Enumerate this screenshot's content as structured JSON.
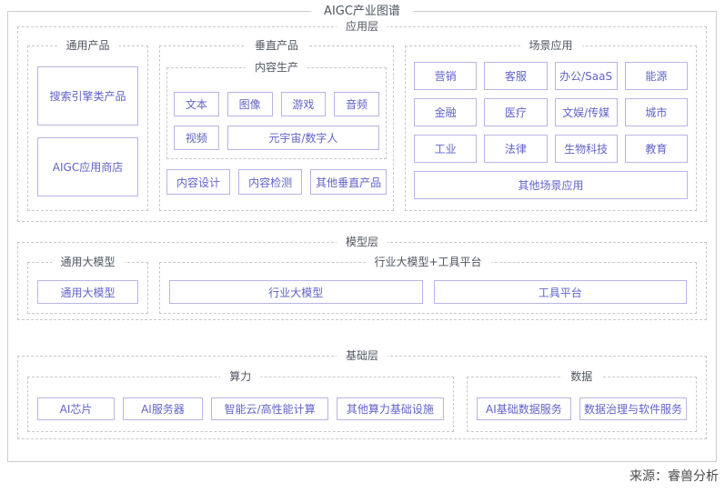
{
  "title": "AIGC产业图谱",
  "source": "来源：睿兽分析",
  "colors": {
    "box_border": "#b7b5e4",
    "box_text": "#6163c9",
    "dashed_border": "#c9c9c9",
    "frame_border": "#cdcdcd",
    "label_text": "#4f5561"
  },
  "layers": {
    "application": {
      "label": "应用层",
      "general_products": {
        "label": "通用产品",
        "items": [
          "搜索引擎类产品",
          "AIGC应用商店"
        ]
      },
      "vertical_products": {
        "label": "垂直产品",
        "content_production": {
          "label": "内容生产",
          "row1": [
            "文本",
            "图像",
            "游戏",
            "音频"
          ],
          "row2": [
            "视频",
            "元宇宙/数字人"
          ]
        },
        "bottom_row": [
          "内容设计",
          "内容检测",
          "其他垂直产品"
        ]
      },
      "scenario_applications": {
        "label": "场景应用",
        "rows": [
          [
            "营销",
            "客服",
            "办公/SaaS",
            "能源"
          ],
          [
            "金融",
            "医疗",
            "文娱/传媒",
            "城市"
          ],
          [
            "工业",
            "法律",
            "生物科技",
            "教育"
          ]
        ],
        "other": "其他场景应用"
      }
    },
    "model": {
      "label": "模型层",
      "general_llm": {
        "label": "通用大模型",
        "items": [
          "通用大模型"
        ]
      },
      "industry_llm": {
        "label": "行业大模型+工具平台",
        "items": [
          "行业大模型",
          "工具平台"
        ]
      }
    },
    "foundation": {
      "label": "基础层",
      "computing": {
        "label": "算力",
        "items": [
          "AI芯片",
          "AI服务器",
          "智能云/高性能计算",
          "其他算力基础设施"
        ]
      },
      "data": {
        "label": "数据",
        "items": [
          "AI基础数据服务",
          "数据治理与软件服务"
        ]
      }
    }
  }
}
